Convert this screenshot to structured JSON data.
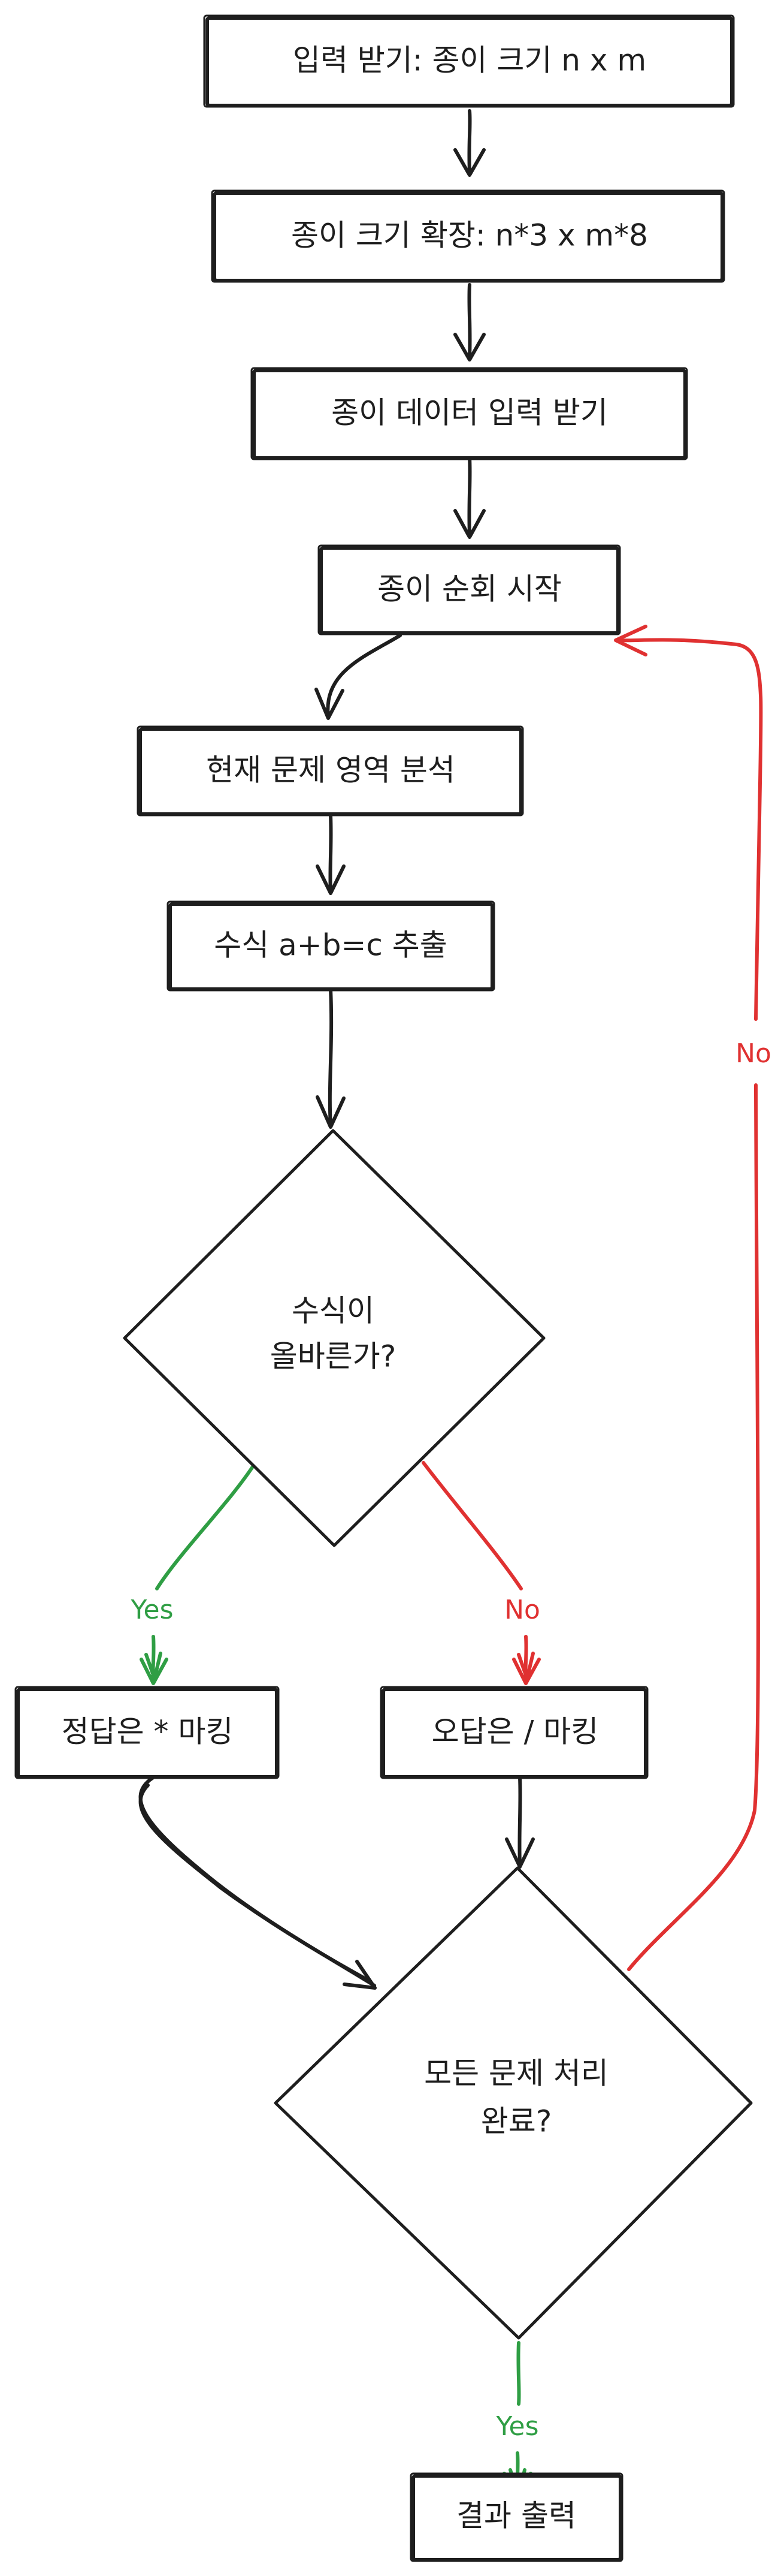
{
  "colors": {
    "stroke": "#1e1e1e",
    "yes": "#2f9e44",
    "no": "#e03131",
    "background": "#ffffff"
  },
  "nodes": {
    "input_size": "입력 받기: 종이 크기 n x m",
    "expand_size": "종이 크기 확장: n*3 x m*8",
    "input_data": "종이 데이터 입력 받기",
    "start_traverse": "종이 순회 시작",
    "analyze_region": "현재 문제 영역 분석",
    "extract_formula": "수식 a+b=c 추출",
    "check_formula_line1": "수식이",
    "check_formula_line2": "올바른가?",
    "mark_correct": "정답은 * 마킹",
    "mark_wrong": "오답은 / 마킹",
    "all_done_line1": "모든 문제 처리",
    "all_done_line2": "완료?",
    "output_result": "결과 출력"
  },
  "edge_labels": {
    "check_yes": "Yes",
    "check_no": "No",
    "done_no": "No",
    "done_yes": "Yes"
  }
}
